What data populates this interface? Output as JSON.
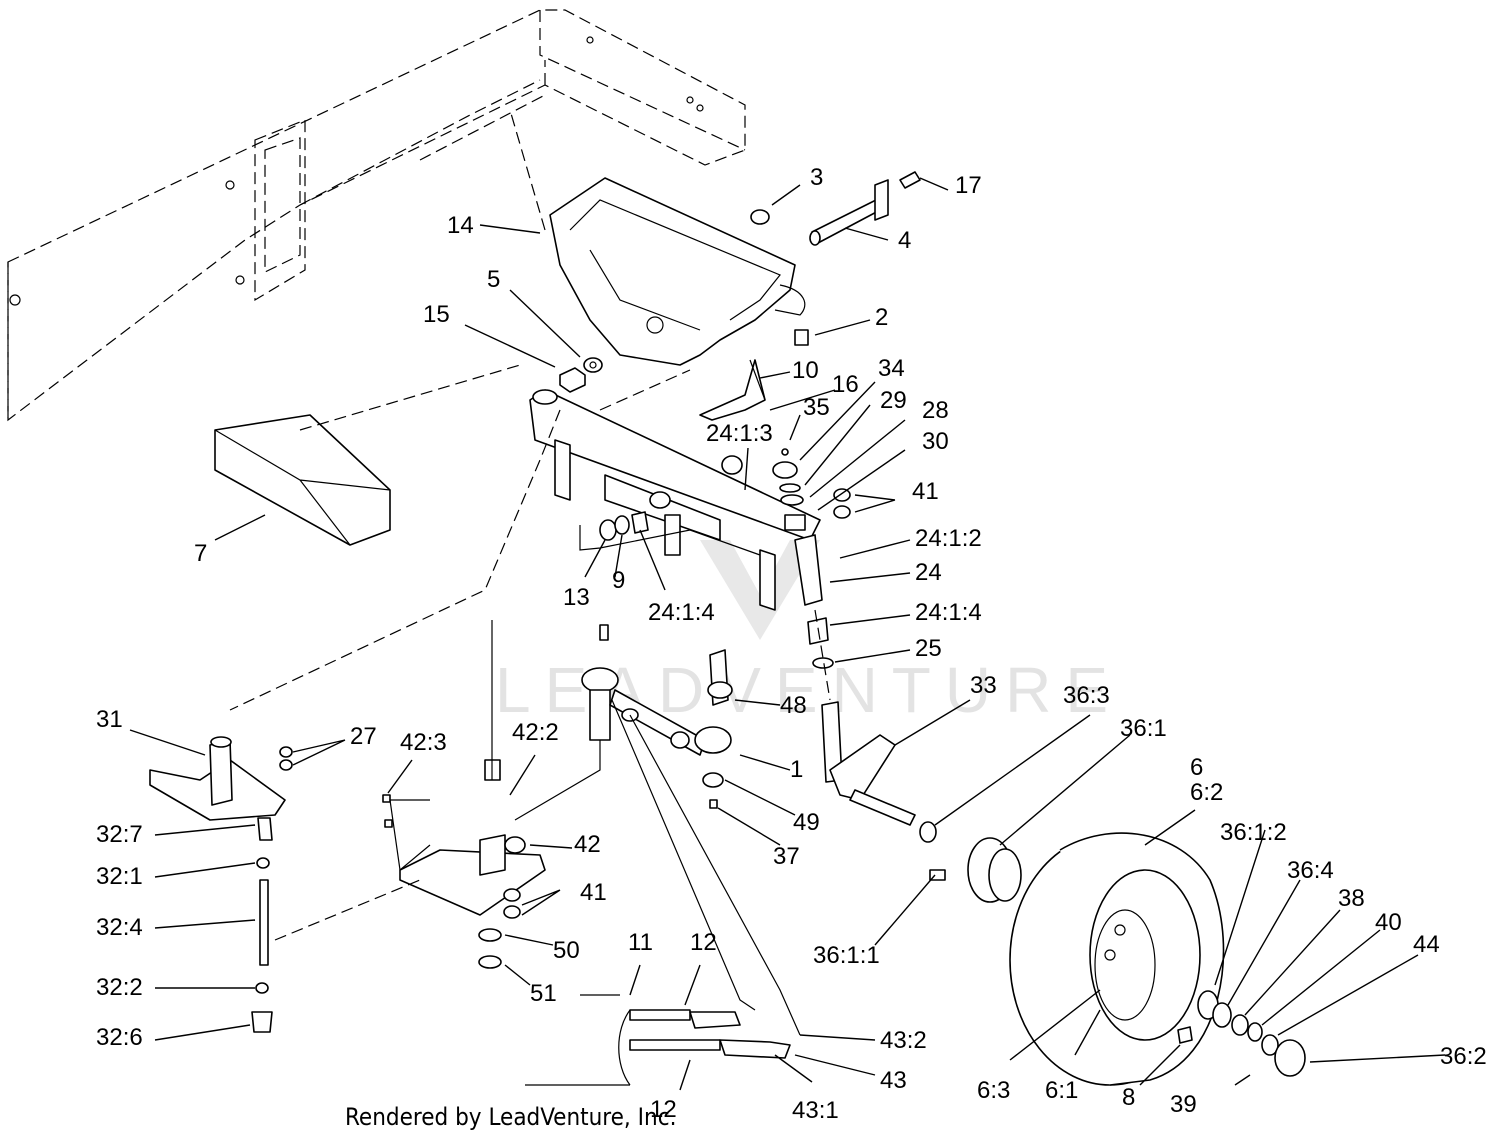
{
  "watermark": "LEADVENTURE",
  "footer": "Rendered by LeadVenture, Inc.",
  "callouts": {
    "c1": "1",
    "c2": "2",
    "c3": "3",
    "c4": "4",
    "c5": "5",
    "c6": "6",
    "c6_1": "6:1",
    "c6_2": "6:2",
    "c6_3": "6:3",
    "c7": "7",
    "c8": "8",
    "c9": "9",
    "c10": "10",
    "c11": "11",
    "c12a": "12",
    "c12b": "12",
    "c13": "13",
    "c14": "14",
    "c15": "15",
    "c16": "16",
    "c17": "17",
    "c24": "24",
    "c24_1_2": "24:1:2",
    "c24_1_3": "24:1:3",
    "c24_1_4a": "24:1:4",
    "c24_1_4b": "24:1:4",
    "c25": "25",
    "c27": "27",
    "c28": "28",
    "c29": "29",
    "c30": "30",
    "c31": "31",
    "c32_1": "32:1",
    "c32_2": "32:2",
    "c32_4": "32:4",
    "c32_6": "32:6",
    "c32_7": "32:7",
    "c33": "33",
    "c34": "34",
    "c35": "35",
    "c36_1": "36:1",
    "c36_1_1": "36:1:1",
    "c36_1_2": "36:1:2",
    "c36_2": "36:2",
    "c36_3": "36:3",
    "c36_4": "36:4",
    "c37": "37",
    "c38": "38",
    "c39": "39",
    "c40": "40",
    "c41a": "41",
    "c41b": "41",
    "c42": "42",
    "c42_2": "42:2",
    "c42_3": "42:3",
    "c43": "43",
    "c43_1": "43:1",
    "c43_2": "43:2",
    "c44": "44",
    "c48": "48",
    "c49": "49",
    "c50": "50",
    "c51": "51"
  }
}
